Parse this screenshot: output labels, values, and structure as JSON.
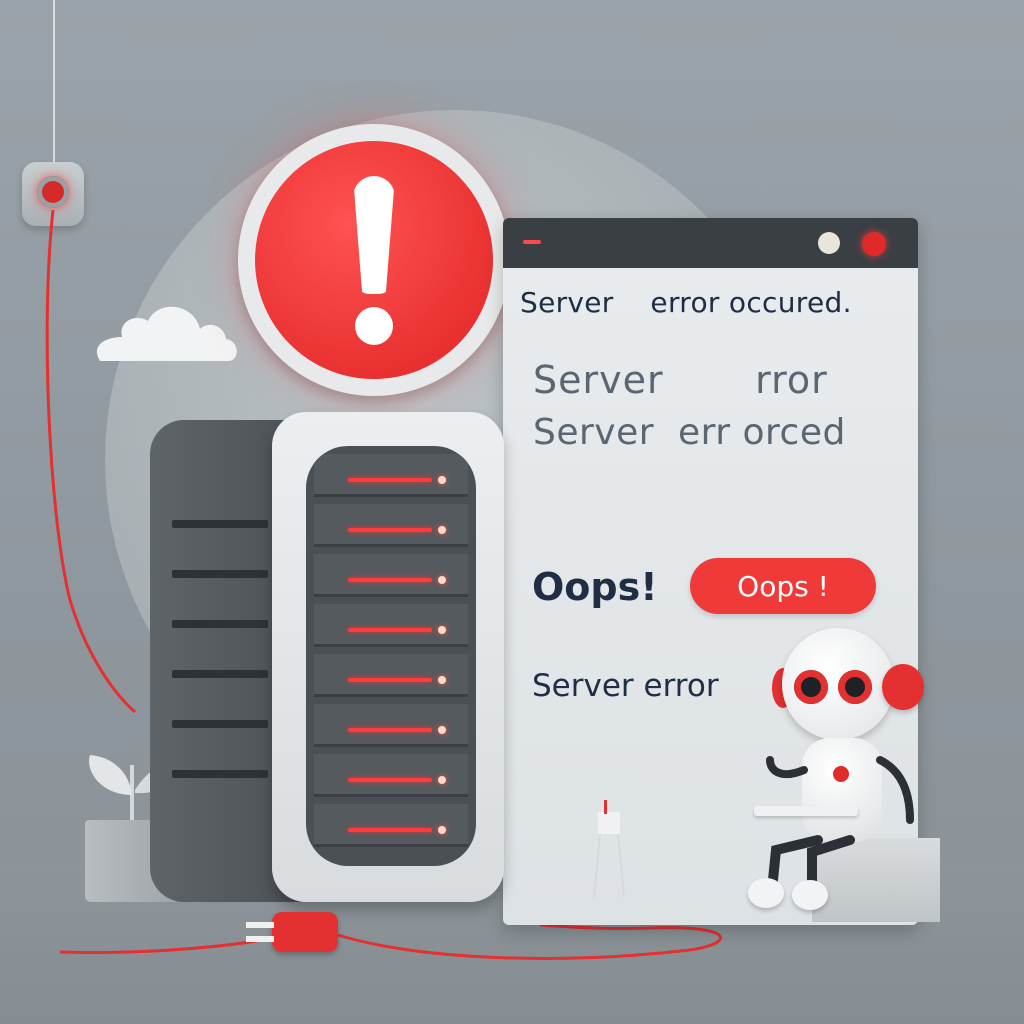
{
  "window": {
    "line1": "Server    error occured.",
    "line2": "Server       rror",
    "line3": "Server  err orced",
    "oops_label": "Oops!",
    "oops_button_label": "Oops !",
    "server_error_label": "Server error"
  },
  "colors": {
    "accent_red": "#e02424",
    "text_dark": "#1f2e44",
    "text_gray": "#5b6673",
    "background": "#9aa3a9"
  },
  "icons": [
    "alert-exclamation-icon",
    "cloud-icon",
    "lamp-icon",
    "server-icon",
    "robot-icon",
    "plant-icon",
    "plug-icon"
  ]
}
